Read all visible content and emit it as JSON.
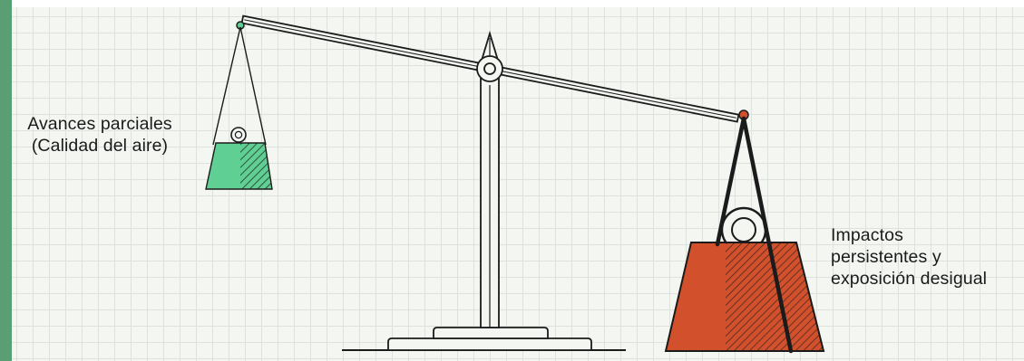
{
  "colors": {
    "background": "#f4f6f2",
    "grid": "#dde3dc",
    "left_accent_bar": "#5a9e73",
    "light_weight": "#5fcf93",
    "heavy_weight": "#d2512c",
    "outline": "#1b1b1b"
  },
  "light_side": {
    "label_lines": [
      "Avances parciales",
      "(Calidad del aire)"
    ]
  },
  "heavy_side": {
    "label_lines": [
      "Impactos",
      "persistentes y",
      "exposición desigual"
    ]
  }
}
